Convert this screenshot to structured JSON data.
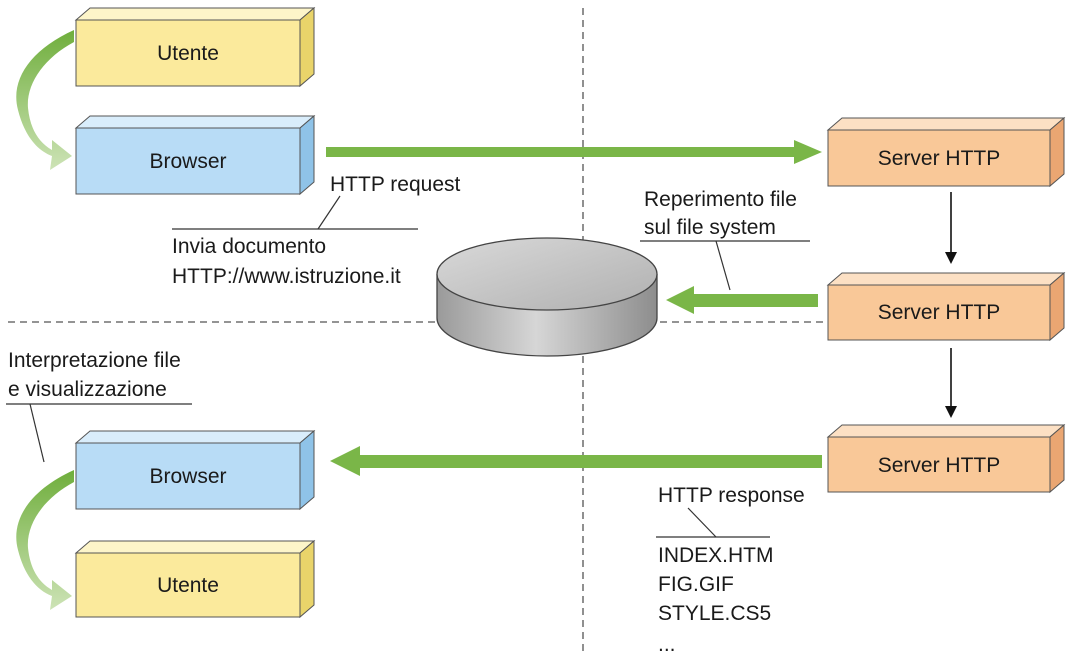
{
  "labels": {
    "utente": "Utente",
    "browser": "Browser",
    "server": "Server HTTP",
    "http_request": "HTTP request",
    "invia_line1": "Invia documento",
    "invia_line2": "HTTP://www.istruzione.it",
    "reperimento_line1": "Reperimento file",
    "reperimento_line2": "sul file system",
    "interpretazione_line1": "Interpretazione file",
    "interpretazione_line2": "e visualizzazione",
    "http_response": "HTTP response",
    "files": [
      "INDEX.HTM",
      "FIG.GIF",
      "STYLE.CS5",
      "..."
    ]
  },
  "colors": {
    "utente_front": "#fbea9c",
    "utente_top": "#fdf5c9",
    "utente_side": "#e9d46a",
    "browser_front": "#b8dcf6",
    "browser_top": "#d9edfb",
    "browser_side": "#8fc3e8",
    "server_front": "#f9c898",
    "server_top": "#fce0c4",
    "server_side": "#eaa672",
    "arrow_green": "#7ab648",
    "dashed": "#555555",
    "disk": "#b9b9b9"
  }
}
